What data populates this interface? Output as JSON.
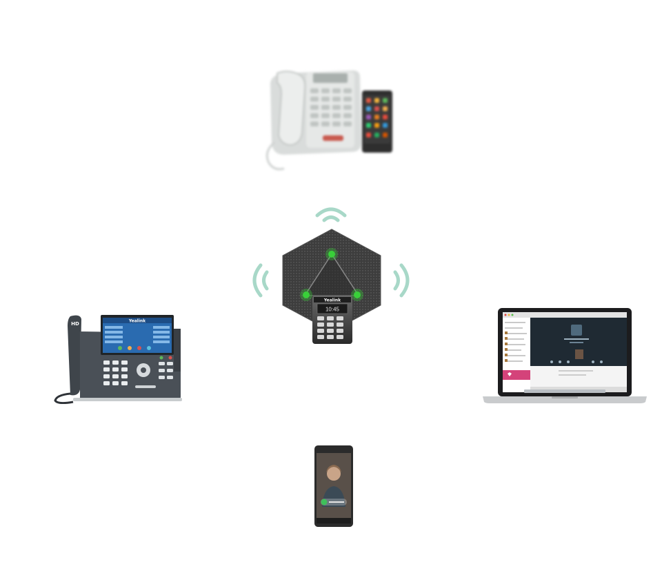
{
  "devices": {
    "conference_phone": {
      "brand": "Yealink",
      "clock": "10:45",
      "led_color": "#39d03a",
      "signal_color": "#a8d8c8"
    },
    "desk_phone": {
      "brand": "Yealink",
      "hd_badge": "HD"
    },
    "analog_phone": {},
    "mobile_small": {},
    "laptop": {},
    "smartphone": {}
  }
}
